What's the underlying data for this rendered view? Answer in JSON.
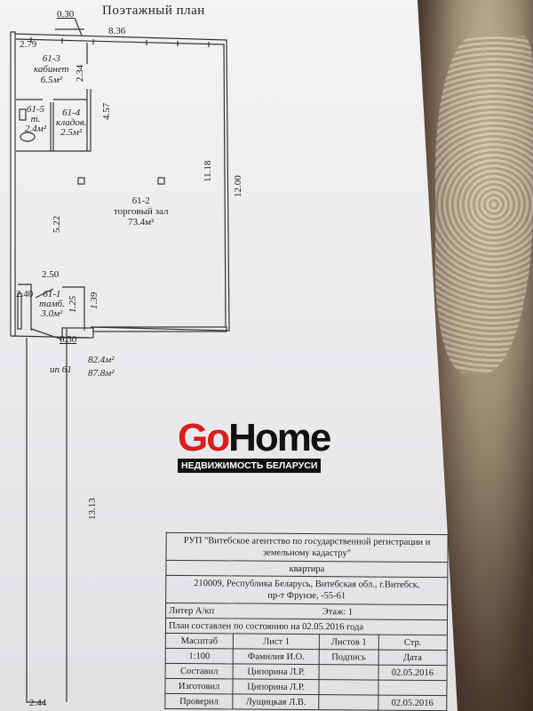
{
  "plan": {
    "title": "Поэтажный план",
    "dimensions": [
      "0.30",
      "8.36",
      "2.79",
      "2.34",
      "4.57",
      "11.18",
      "12.00",
      "5.22",
      "2.50",
      "2.40",
      "1.25",
      "1.39",
      "0.30",
      "13.13",
      "2.44"
    ],
    "rooms": [
      {
        "id": "61-3",
        "name": "кабинет",
        "area": "6.5м²"
      },
      {
        "id": "61-5",
        "name": "т.",
        "area": "2.4м²"
      },
      {
        "id": "61-4",
        "name": "кладов.",
        "area": "2.5м²"
      },
      {
        "id": "61-2",
        "name": "торговый зал",
        "area": "73.4м²"
      },
      {
        "id": "61-1",
        "name": "тамб.",
        "area": "3.0м²"
      }
    ],
    "unit_label": "ип 61",
    "area_main": "82.4м²",
    "area_total": "87.8м²"
  },
  "stamp": {
    "org": "РУП \"Витебское агентство по государственной регистрации и земельному кадастру\"",
    "object": "квартира",
    "address": "210009, Республика Беларусь, Витебская обл., г.Витебск, пр-т Фрунзе, -55-61",
    "liter": "Литер А/кп",
    "floor": "Этаж: 1",
    "state_date": "План составлен по состоянию на 02.05.2016 года",
    "rows": [
      [
        "Масштаб",
        "Лист 1",
        "Листов 1",
        "Стр."
      ],
      [
        "1:100",
        "Фамилия И.О.",
        "Подпись",
        "Дата"
      ],
      [
        "Составил",
        "Ципорина Л.Р.",
        "",
        "02.05.2016"
      ],
      [
        "Изготовил",
        "Ципорина Л.Р.",
        "",
        ""
      ],
      [
        "Проверил",
        "Лущицкая Л.В.",
        "",
        "02.05.2016"
      ]
    ]
  },
  "watermark": {
    "brand_go": "Go",
    "brand_home": "Home",
    "tagline": "НЕДВИЖИМОСТЬ БЕЛАРУСИ",
    "colors": {
      "go": "#d81e1e",
      "home": "#111111"
    }
  }
}
